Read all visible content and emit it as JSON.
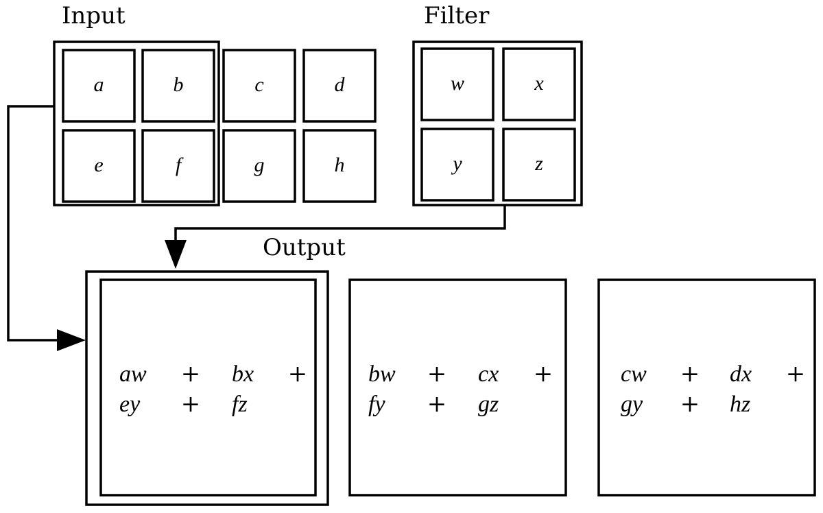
{
  "labels": {
    "input": "Input",
    "filter": "Filter",
    "output": "Output"
  },
  "input": {
    "row1": [
      "a",
      "b",
      "c",
      "d"
    ],
    "row2": [
      "e",
      "f",
      "g",
      "h"
    ]
  },
  "filter": {
    "row1": [
      "w",
      "x"
    ],
    "row2": [
      "y",
      "z"
    ]
  },
  "output": [
    {
      "line1": [
        "aw",
        "+",
        "bx",
        "+"
      ],
      "line2": [
        "ey",
        "+",
        "fz"
      ]
    },
    {
      "line1": [
        "bw",
        "+",
        "cx",
        "+"
      ],
      "line2": [
        "fy",
        "+",
        "gz"
      ]
    },
    {
      "line1": [
        "cw",
        "+",
        "dx",
        "+"
      ],
      "line2": [
        "gy",
        "+",
        "hz"
      ]
    }
  ]
}
